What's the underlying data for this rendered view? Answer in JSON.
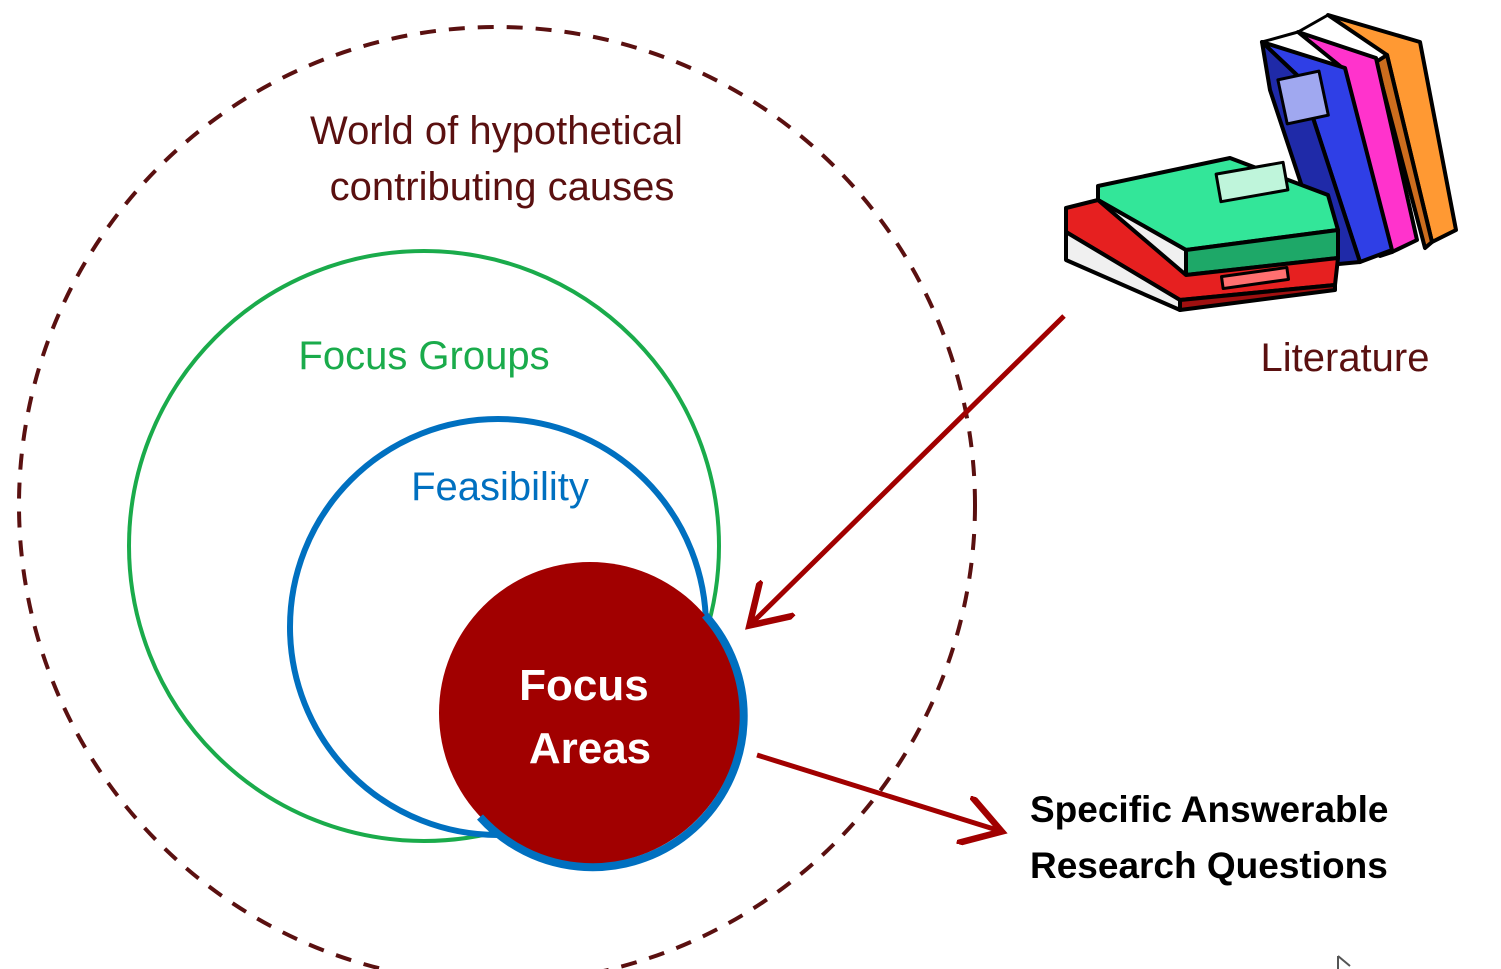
{
  "labels": {
    "world": [
      "World of hypothetical",
      "contributing causes"
    ],
    "focus_groups": "Focus Groups",
    "feasibility": "Feasibility",
    "focus_areas": [
      "Focus",
      "Areas"
    ],
    "literature": "Literature",
    "outcome": [
      "Specific Answerable",
      "Research Questions"
    ]
  },
  "colors": {
    "world": "#5a1010",
    "focus_groups": "#1aab4b",
    "feasibility": "#0070c0",
    "focus_areas_fill": "#a10000",
    "arrow": "#a10000",
    "literature_text": "#5a1010"
  },
  "icons": {
    "literature": "books-stack-icon"
  }
}
